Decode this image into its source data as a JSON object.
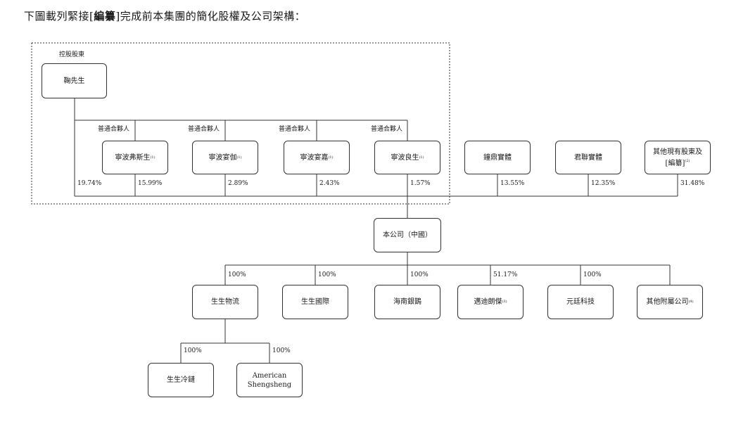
{
  "heading": {
    "prefix": "下圖載列緊接[",
    "bold": "編纂",
    "suffix": "]完成前本集團的簡化股權及公司架構："
  },
  "controlling_label": "控股股東",
  "general_partner_label": "普通合夥人",
  "entities": {
    "ju": "鞠先生",
    "fusi": {
      "name": "寧波弗斯生",
      "note": "(1)"
    },
    "yanjia": {
      "name": "寧波宴伽",
      "note": "(1)"
    },
    "yanjia2": {
      "name": "寧波宴嘉",
      "note": "(1)"
    },
    "liangsheng": {
      "name": "寧波良生",
      "note": "(1)"
    },
    "zhongding": "鐘鼎實體",
    "junlian": "君聯實體",
    "others": {
      "line1": "其他現有股東及",
      "line2": "[編纂]",
      "note": "(2)"
    },
    "company": "本公司（中國）",
    "wuliu": "生生物流",
    "guoji": "生生國際",
    "hainan": "海南銀鵲",
    "maidi": {
      "name": "邁迪朗傑",
      "note": "(3)"
    },
    "yuanting": "元廷科技",
    "subs": {
      "name": "其他附屬公司",
      "note": "(4)"
    },
    "lenglian": "生生冷鏈",
    "american": {
      "line1": "American",
      "line2": "Shengsheng"
    }
  },
  "stakes": {
    "ju": "19.74%",
    "fusi": "15.99%",
    "yanjia": "2.89%",
    "yanjia2": "2.43%",
    "liangsheng": "1.57%",
    "zhongding": "13.55%",
    "junlian": "12.35%",
    "others": "31.48%",
    "wuliu": "100%",
    "guoji": "100%",
    "hainan": "100%",
    "maidi": "51.17%",
    "yuanting": "100%",
    "lenglian": "100%",
    "american": "100%"
  }
}
